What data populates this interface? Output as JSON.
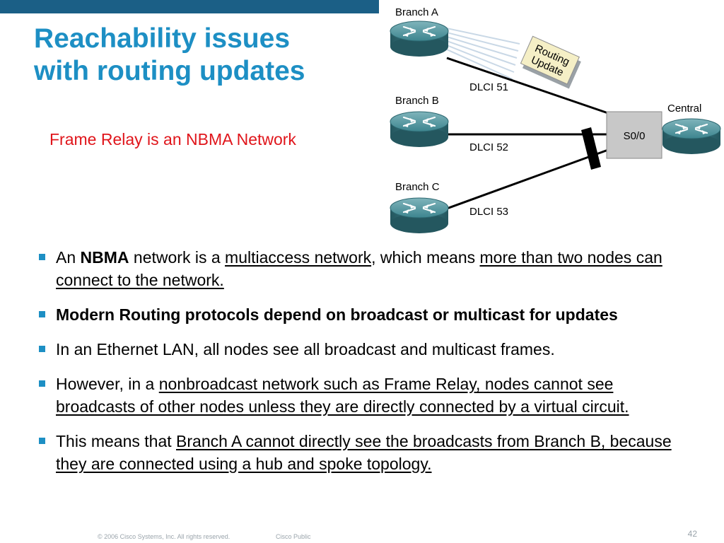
{
  "slide": {
    "title_line1": "Reachability issues",
    "title_line2": "with routing updates",
    "subtitle": "Frame Relay is an NBMA Network",
    "page_number": "42",
    "footer_copyright": "© 2006 Cisco Systems, Inc. All rights reserved.",
    "footer_classification": "Cisco Public"
  },
  "diagram": {
    "branch_a": "Branch A",
    "branch_b": "Branch B",
    "branch_c": "Branch C",
    "central": "Central",
    "interface": "S0/0",
    "dlci_51": "DLCI 51",
    "dlci_52": "DLCI 52",
    "dlci_53": "DLCI 53",
    "update_line1": "Routing",
    "update_line2": "Update"
  },
  "bullets": {
    "b1": {
      "t1": "An ",
      "bold": "NBMA",
      "t2": " network is a ",
      "u1": "multiaccess network",
      "t3": ", which means ",
      "u2": "more than two nodes can connect to the network."
    },
    "b2": {
      "bold": "Modern Routing protocols depend on broadcast or multicast for updates"
    },
    "b3": {
      "text": "In an Ethernet LAN, all nodes see all broadcast and multicast frames."
    },
    "b4": {
      "t1": "However, in a ",
      "u1": "nonbroadcast network such as Frame Relay, nodes cannot see broadcasts of other nodes unless they are directly connected by a virtual circuit."
    },
    "b5": {
      "t1": "This means that ",
      "u1": "Branch A cannot directly see the broadcasts from Branch B, because they are connected using a hub and spoke topology."
    }
  },
  "colors": {
    "title": "#1d8fc4",
    "subtitle": "#e0151b",
    "top_bar": "#1b5f86",
    "bullet_marker": "#1d8fc4",
    "router_body": "#2f6f79"
  }
}
